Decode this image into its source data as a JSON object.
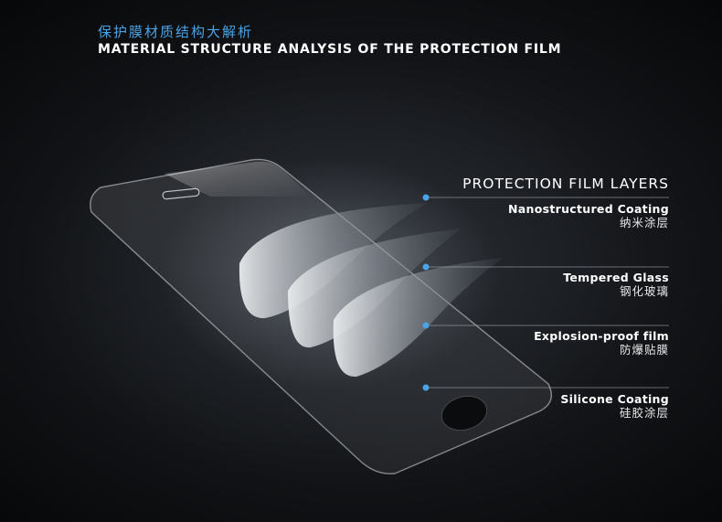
{
  "header": {
    "title_cn": "保护膜材质结构大解析",
    "title_en": "MATERIAL STRUCTURE ANALYSIS OF THE PROTECTION FILM"
  },
  "layers": {
    "title": "PROTECTION FILM LAYERS",
    "items": [
      {
        "en": "Nanostructured Coating",
        "cn": "纳米涂层"
      },
      {
        "en": "Tempered Glass",
        "cn": "钢化玻璃"
      },
      {
        "en": "Explosion-proof film",
        "cn": "防爆贴膜"
      },
      {
        "en": "Silicone Coating",
        "cn": "硅胶涂层"
      }
    ]
  },
  "colors": {
    "accent_blue": "#4aa3e6",
    "text": "#ffffff",
    "background": "#0b0c0e"
  }
}
